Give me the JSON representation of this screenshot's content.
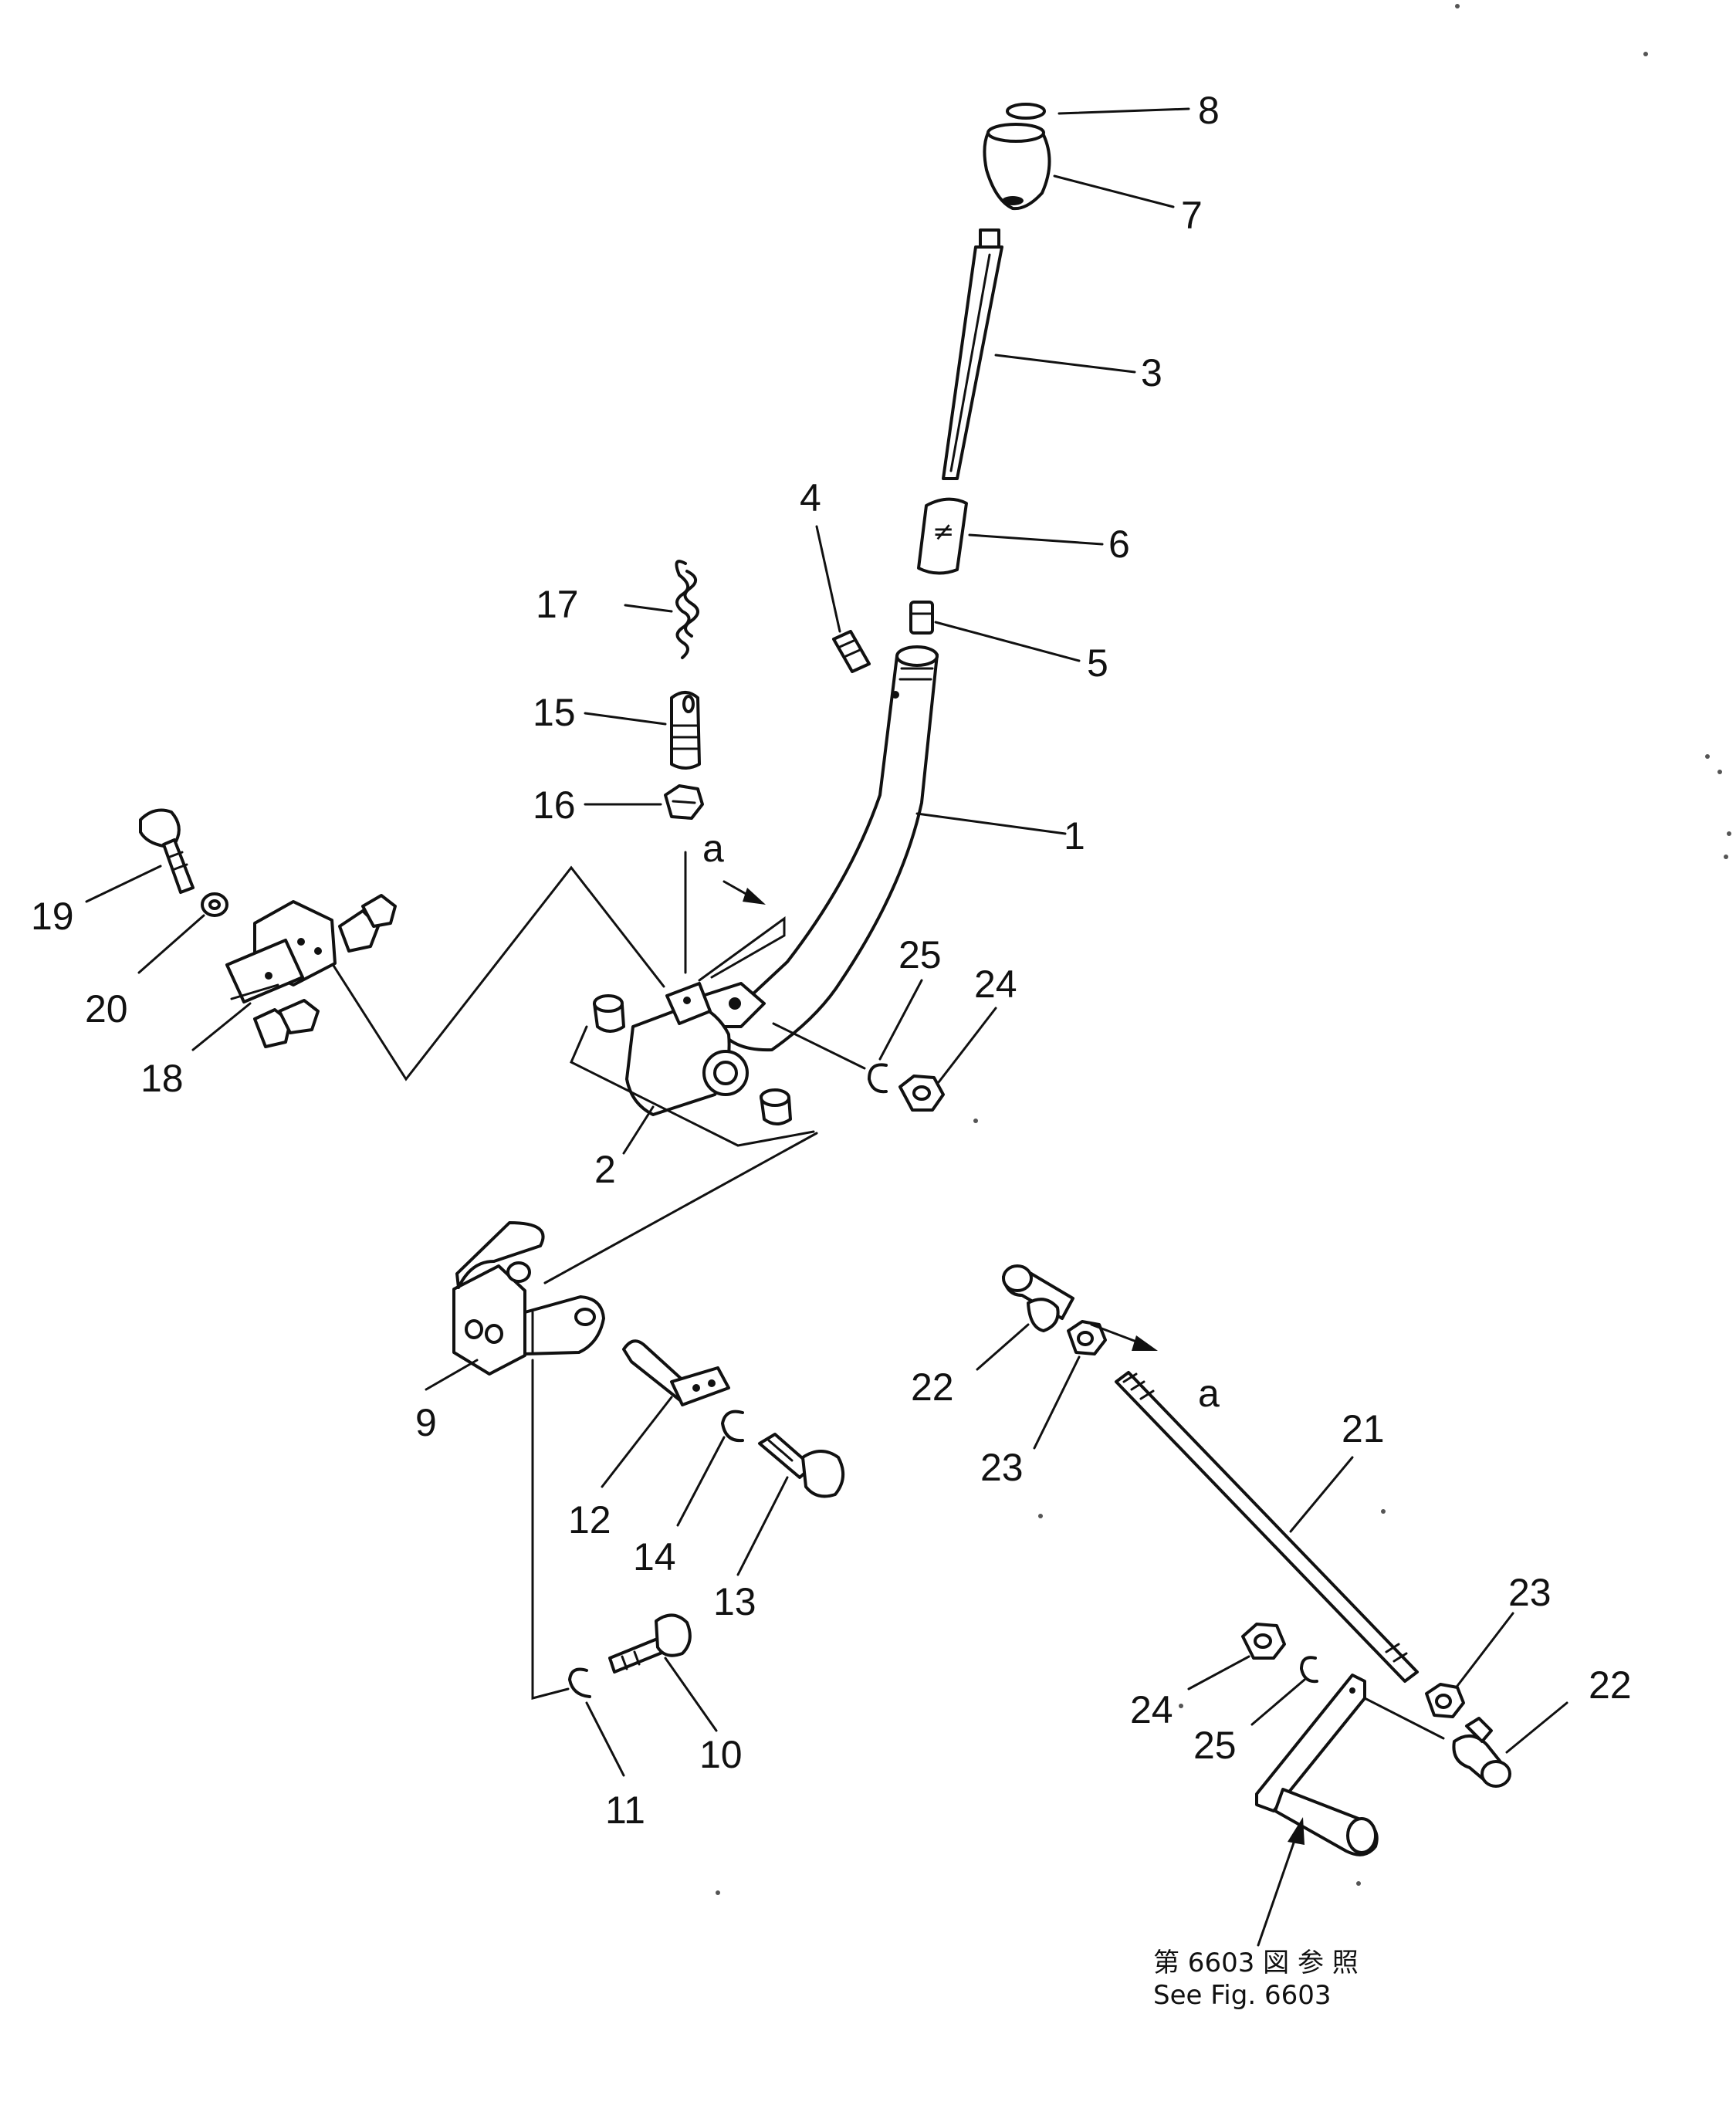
{
  "part_labels": {
    "p1": "1",
    "p2": "2",
    "p3": "3",
    "p4": "4",
    "p5": "5",
    "p6": "6",
    "p7": "7",
    "p8": "8",
    "p9": "9",
    "p10": "10",
    "p11": "11",
    "p12": "12",
    "p13": "13",
    "p14": "14",
    "p15": "15",
    "p16": "16",
    "p17": "17",
    "p18": "18",
    "p19": "19",
    "p20": "20",
    "p21": "21",
    "p22a": "22",
    "p22b": "22",
    "p23a": "23",
    "p23b": "23",
    "p24a": "24",
    "p24b": "24",
    "p25a": "25",
    "p25b": "25"
  },
  "view_markers": {
    "top": "a",
    "bottom": "a"
  },
  "reference": {
    "japanese": "第 6603 図 参 照",
    "english": "See Fig. 6603"
  }
}
